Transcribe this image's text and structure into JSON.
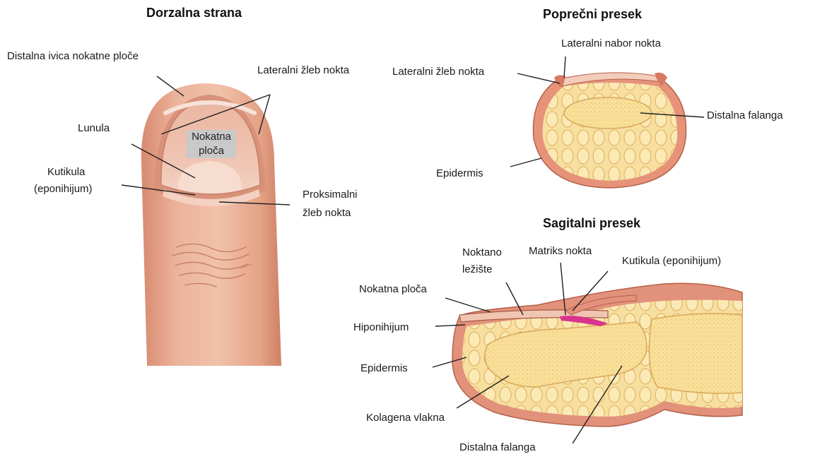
{
  "titles": {
    "dorsal": "Dorzalna strana",
    "cross": "Poprečni presek",
    "sagittal": "Sagitalni presek"
  },
  "dorsal_labels": {
    "distal_edge": "Distalna ivica nokatne ploče",
    "lateral_groove": "Lateralni žleb nokta",
    "lunula": "Lunula",
    "plate_line1": "Nokatna",
    "plate_line2": "ploča",
    "cuticle_line1": "Kutikula",
    "cuticle_line2": "(eponihijum)",
    "proximal_line1": "Proksimalni",
    "proximal_line2": "žleb nokta"
  },
  "cross_labels": {
    "lateral_fold": "Lateralni nabor nokta",
    "lateral_groove": "Lateralni žleb nokta",
    "distal_phalanx": "Distalna falanga",
    "epidermis": "Epidermis"
  },
  "sagittal_labels": {
    "nail_bed_line1": "Noktano",
    "nail_bed_line2": "ležište",
    "matrix": "Matriks nokta",
    "cuticle": "Kutikula (eponihijum)",
    "nail_plate": "Nokatna ploča",
    "hyponychium": "Hiponihijum",
    "epidermis": "Epidermis",
    "collagen": "Kolagena vlakna",
    "distal_phalanx": "Distalna falanga"
  },
  "colors": {
    "skin": "#e9a98f",
    "skin_dark": "#d98a70",
    "dermis": "#f5d99a",
    "fat": "#fae6a8",
    "bone": "#f8df96",
    "nail": "#f1c7b5",
    "matrix": "#d9348c",
    "line": "#222222"
  }
}
